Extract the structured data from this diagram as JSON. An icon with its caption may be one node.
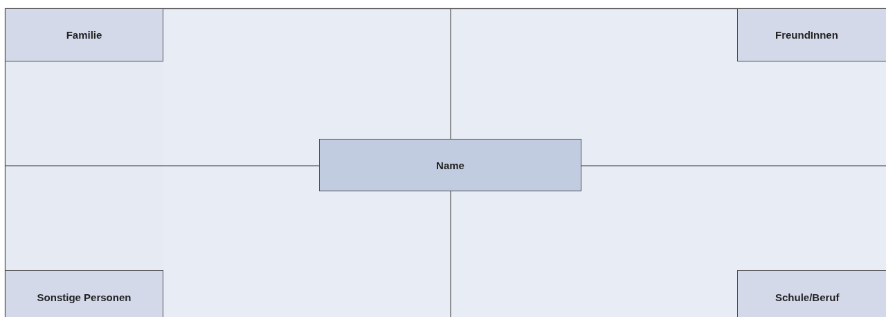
{
  "diagram": {
    "nodes": [
      {
        "text": [
          "Familie"
        ]
      },
      {
        "text": [
          "FreundInnen"
        ]
      },
      {
        "text": [
          "Name"
        ]
      },
      {
        "text": [
          "Sonstige Personen"
        ]
      },
      {
        "text": [
          "Schule/Beruf"
        ]
      }
    ]
  }
}
